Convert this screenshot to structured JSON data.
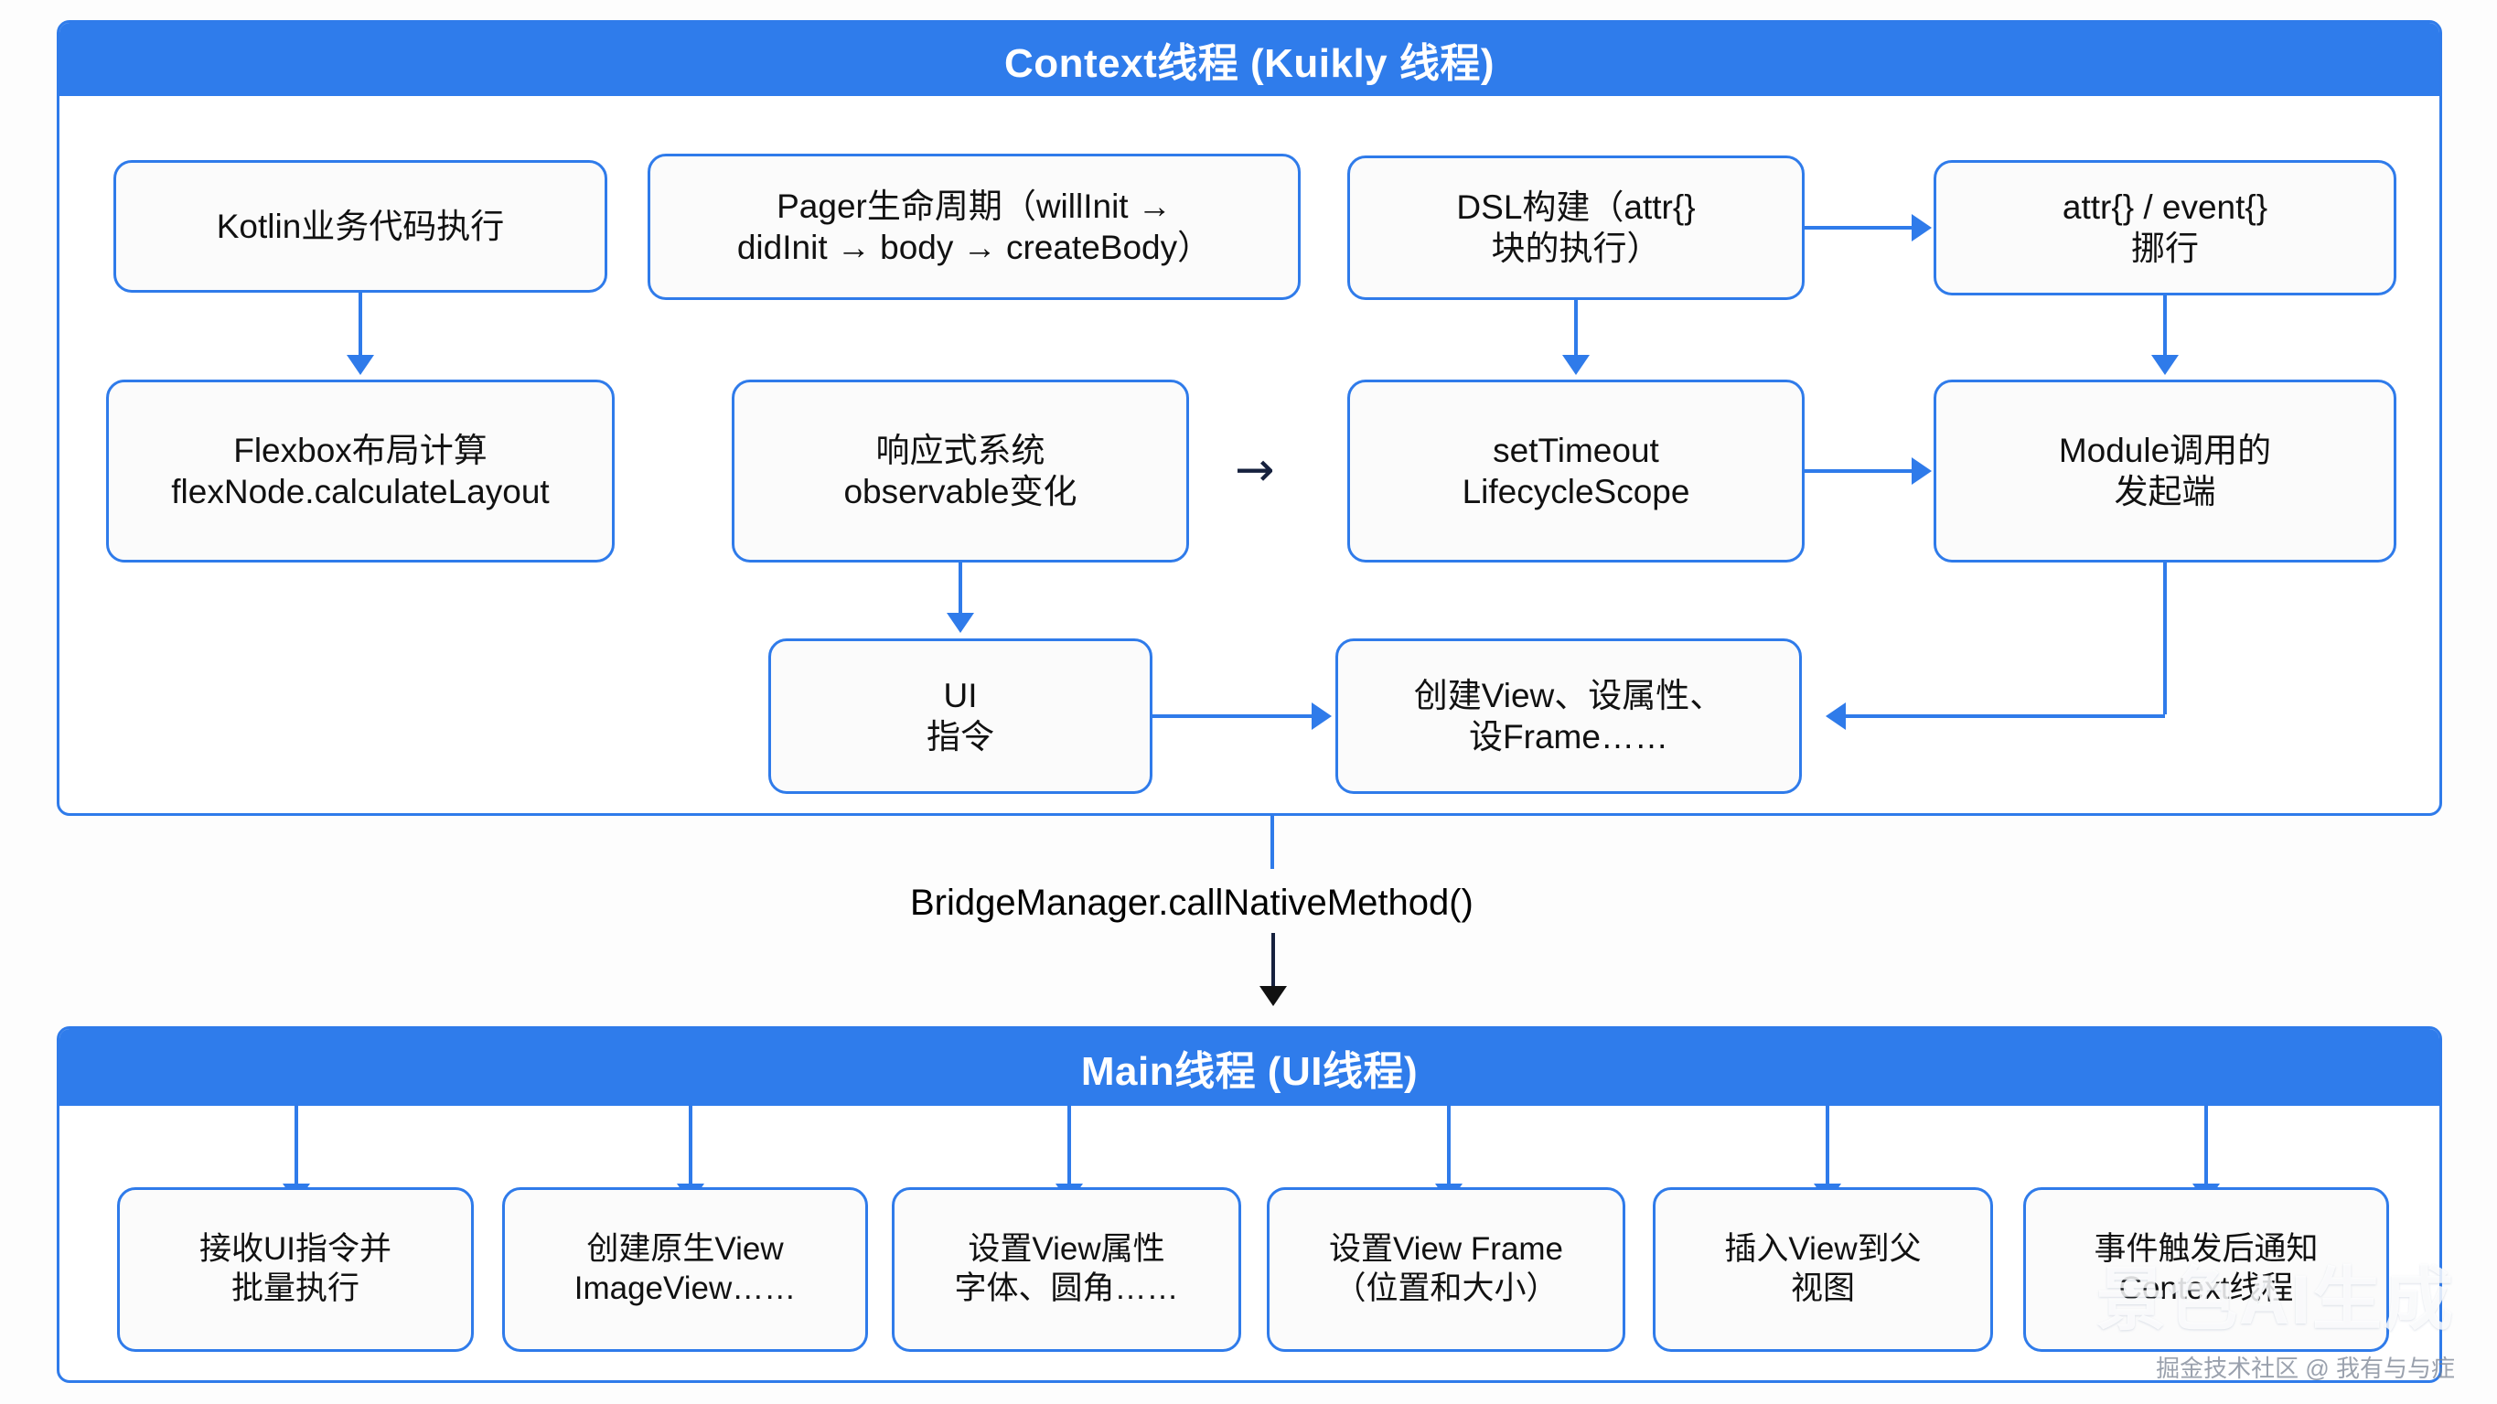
{
  "diagram": {
    "title_context": "Context线程 (Kuikly 线程)",
    "title_main": "Main线程 (UI线程)",
    "bridge_label": "BridgeManager.callNativeMethod()",
    "flow_arrow_glyph": "→"
  },
  "context_thread": {
    "header": "Context线程 (Kuikly 线程)",
    "nodes": [
      {
        "id": "kotlin-exec",
        "label": "Kotlin业务代码执行"
      },
      {
        "id": "pager-lifecycle",
        "label": "Pager生命周期（willInit →\ndidInit → body → createBody）"
      },
      {
        "id": "dsl-build",
        "label": "DSL构建（attr{}\n块的执行）"
      },
      {
        "id": "attr-event",
        "label": "attr{} / event{}\n挪行"
      },
      {
        "id": "flexbox-layout",
        "label": "Flexbox布局计算\nflexNode.calculateLayout"
      },
      {
        "id": "reactive-system",
        "label": "响应式系统\nobservable变化"
      },
      {
        "id": "settimeout-scope",
        "label": "setTimeout\nLifecycleScope"
      },
      {
        "id": "module-call",
        "label": "Module调用的\n发起端"
      },
      {
        "id": "ui-command",
        "label": "UI\n指令"
      },
      {
        "id": "create-view",
        "label": "创建View、设属性、\n设Frame……"
      }
    ]
  },
  "main_thread": {
    "header": "Main线程 (UI线程)",
    "nodes": [
      {
        "id": "receive-ui-cmd",
        "label": "接收UI指令并\n批量执行"
      },
      {
        "id": "create-native",
        "label": "创建原生View\nImageView……"
      },
      {
        "id": "set-view-attr",
        "label": "设置View属性\n字体、圆角……"
      },
      {
        "id": "set-view-frame",
        "label": "设置View Frame\n（位置和大小）"
      },
      {
        "id": "insert-view",
        "label": "插入View到父\n视图"
      },
      {
        "id": "notify-context",
        "label": "事件触发后通知\nContext线程"
      }
    ]
  },
  "watermark": {
    "big": "景色AI生成",
    "small": "掘金技术社区 @ 我有与与症"
  },
  "colors": {
    "accent": "#2f7ceb",
    "border": "#2f7bea",
    "box_fill": "#fbfbfb",
    "header_text": "#ffffff",
    "text": "#111111",
    "dark_arrow": "#16213e"
  }
}
